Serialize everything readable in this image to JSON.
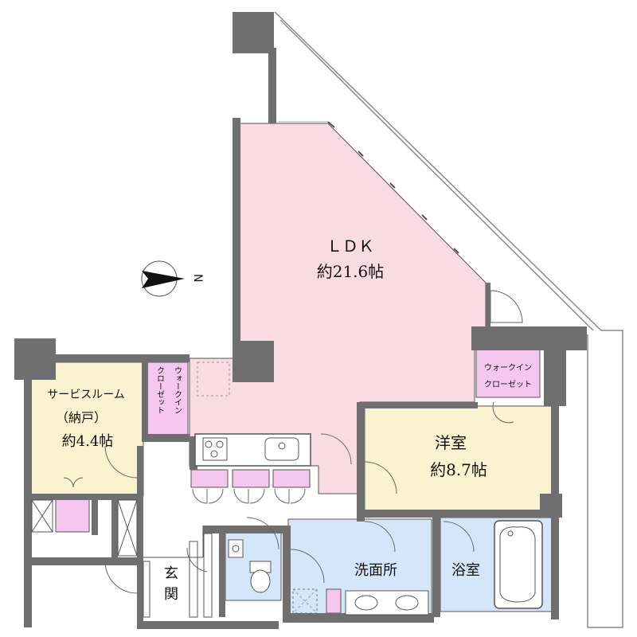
{
  "rooms": {
    "ldk": {
      "name": "ＬＤＫ",
      "area": "約21.6帖"
    },
    "service": {
      "name": "サービスルーム",
      "sub": "（納戸）",
      "area": "約4.4帖"
    },
    "youshitsu": {
      "name": "洋室",
      "area": "約8.7帖"
    },
    "senmenjo": {
      "name": "洗面所"
    },
    "yokushitsu": {
      "name": "浴室"
    },
    "genkan": {
      "name_1": "玄",
      "name_2": "関"
    },
    "wic_left": {
      "line1": "ウォークイン",
      "line2": "クローゼット"
    },
    "wic_right": {
      "line1": "ウォークイン",
      "line2": "クローゼット"
    }
  },
  "compass": {
    "label": "N"
  },
  "colors": {
    "ldk": "#f9dce3",
    "service": "#faf3cf",
    "youshitsu": "#faf3cf",
    "water": "#d6e6fa",
    "closet": "#f5c6ef",
    "wall": "#6f6f6f"
  }
}
